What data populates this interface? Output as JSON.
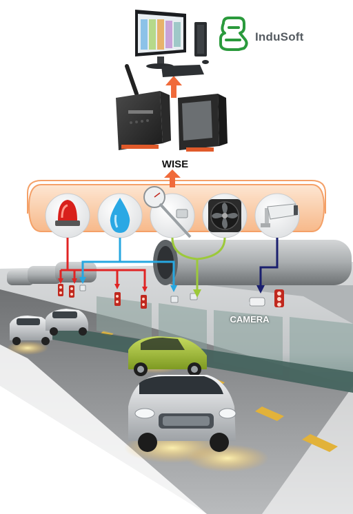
{
  "brand": {
    "name": "InduSoft",
    "color": "#2a9a3c"
  },
  "labels": {
    "wise": "WISE",
    "camera": "CAMERA"
  },
  "colors": {
    "alarm_arrow": "#e02424",
    "water_arrow": "#27a7e0",
    "fan_arrow": "#9cc93a",
    "camera_arrow": "#1a1f6e",
    "up_arrow": "#f06a3a",
    "sensor_band": "#fbd8b8",
    "sensor_band_border": "#f4a067"
  },
  "icons": [
    "siren-icon",
    "water-drop-icon",
    "thermometer-gauge-icon",
    "fan-icon",
    "security-camera-icon"
  ]
}
